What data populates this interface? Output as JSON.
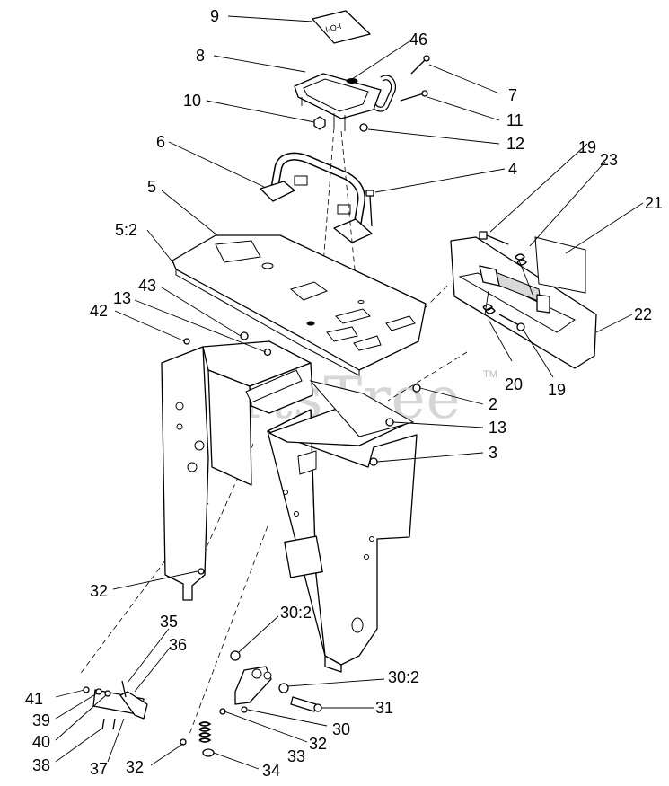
{
  "watermark": {
    "text": "PartsTree",
    "trademark": "TM"
  },
  "decal_text": "I-O-I",
  "callouts": [
    {
      "id": "c9",
      "label": "9"
    },
    {
      "id": "c46",
      "label": "46"
    },
    {
      "id": "c8",
      "label": "8"
    },
    {
      "id": "c7",
      "label": "7"
    },
    {
      "id": "c10",
      "label": "10"
    },
    {
      "id": "c11",
      "label": "11"
    },
    {
      "id": "c12",
      "label": "12"
    },
    {
      "id": "c6",
      "label": "6"
    },
    {
      "id": "c4",
      "label": "4"
    },
    {
      "id": "c19a",
      "label": "19"
    },
    {
      "id": "c23",
      "label": "23"
    },
    {
      "id": "c5",
      "label": "5"
    },
    {
      "id": "c52",
      "label": "5:2"
    },
    {
      "id": "c21",
      "label": "21"
    },
    {
      "id": "c43",
      "label": "43"
    },
    {
      "id": "c13a",
      "label": "13"
    },
    {
      "id": "c42",
      "label": "42"
    },
    {
      "id": "c22",
      "label": "22"
    },
    {
      "id": "c20",
      "label": "20"
    },
    {
      "id": "c19b",
      "label": "19"
    },
    {
      "id": "c2",
      "label": "2"
    },
    {
      "id": "c13b",
      "label": "13"
    },
    {
      "id": "c3",
      "label": "3"
    },
    {
      "id": "c32a",
      "label": "32"
    },
    {
      "id": "c35",
      "label": "35"
    },
    {
      "id": "c302a",
      "label": "30:2"
    },
    {
      "id": "c36",
      "label": "36"
    },
    {
      "id": "c302b",
      "label": "30:2"
    },
    {
      "id": "c41",
      "label": "41"
    },
    {
      "id": "c31",
      "label": "31"
    },
    {
      "id": "c39",
      "label": "39"
    },
    {
      "id": "c30",
      "label": "30"
    },
    {
      "id": "c32b",
      "label": "32"
    },
    {
      "id": "c40",
      "label": "40"
    },
    {
      "id": "c33",
      "label": "33"
    },
    {
      "id": "c38",
      "label": "38"
    },
    {
      "id": "c37",
      "label": "37"
    },
    {
      "id": "c32c",
      "label": "32"
    },
    {
      "id": "c34",
      "label": "34"
    }
  ]
}
